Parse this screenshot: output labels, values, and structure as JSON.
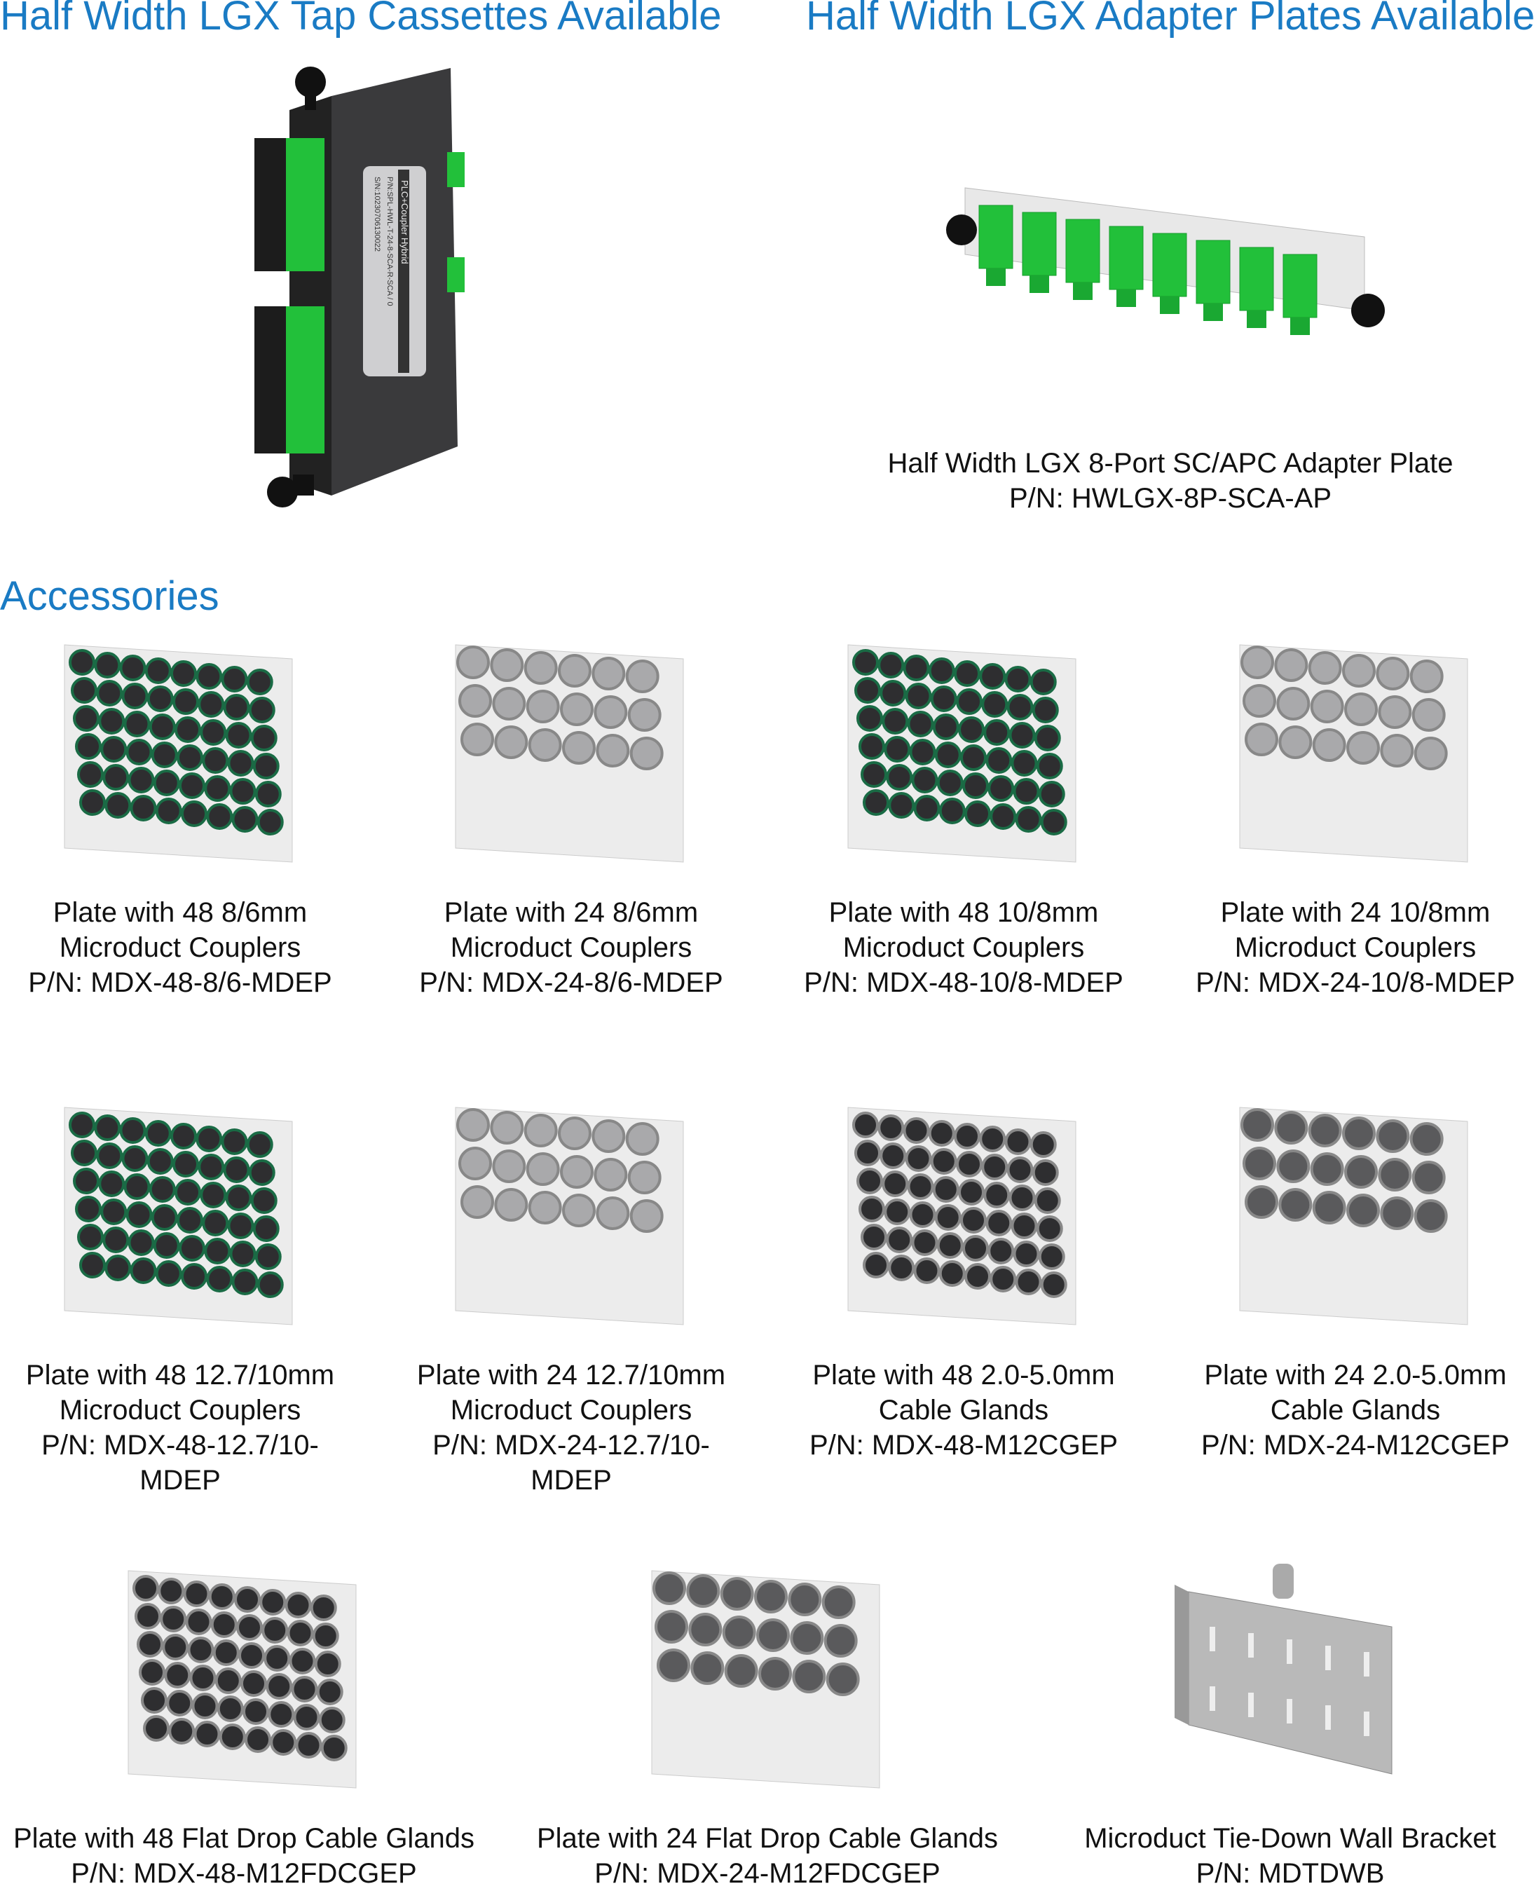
{
  "headings": {
    "tap_cassettes": "Half Width LGX Tap Cassettes Available",
    "adapter_plates": "Half Width LGX Adapter Plates Available",
    "accessories": "Accessories"
  },
  "cassette_label": {
    "title": "PLC+Coupler Hybrid",
    "pn": "P/N:SPL-HWL-T-24-8-SCA-R-SCA / 0",
    "sn": "S/N:10230706130022"
  },
  "adapter_plate": {
    "line1": "Half Width LGX 8-Port SC/APC Adapter Plate",
    "line2": "P/N: HWLGX-8P-SCA-AP"
  },
  "colors": {
    "heading": "#1a7bc4",
    "sc_apc_green": "#22c03a",
    "coupler_green": "#1a6b45",
    "gland_dark": "#2e2e30",
    "gland_gray": "#5a5a5c",
    "plate": "#e9e9e9"
  },
  "accessories": [
    {
      "lines": [
        "Plate with 48 8/6mm",
        "Microduct Couplers",
        "P/N: MDX-48-8/6-MDEP"
      ],
      "image": "coupler-48-dark"
    },
    {
      "lines": [
        "Plate with 24 8/6mm",
        "Microduct Couplers",
        "P/N: MDX-24-8/6-MDEP"
      ],
      "image": "coupler-24-silver"
    },
    {
      "lines": [
        "Plate with 48 10/8mm",
        "Microduct Couplers",
        "P/N: MDX-48-10/8-MDEP"
      ],
      "image": "coupler-48-dark"
    },
    {
      "lines": [
        "Plate with 24 10/8mm",
        "Microduct Couplers",
        "P/N: MDX-24-10/8-MDEP"
      ],
      "image": "coupler-24-silver"
    },
    {
      "lines": [
        "Plate with 48 12.7/10mm",
        "Microduct Couplers",
        "P/N: MDX-48-12.7/10-",
        "MDEP"
      ],
      "image": "coupler-48-dark"
    },
    {
      "lines": [
        "Plate with 24 12.7/10mm",
        "Microduct Couplers",
        "P/N: MDX-24-12.7/10-",
        "MDEP"
      ],
      "image": "coupler-24-silver"
    },
    {
      "lines": [
        "Plate with 48 2.0-5.0mm",
        "Cable Glands",
        "P/N: MDX-48-M12CGEP"
      ],
      "image": "gland-48-dark"
    },
    {
      "lines": [
        "Plate with 24 2.0-5.0mm",
        "Cable Glands",
        "P/N: MDX-24-M12CGEP"
      ],
      "image": "gland-24-gray"
    },
    {
      "lines": [
        "Plate with 48 Flat Drop Cable Glands",
        "P/N: MDX-48-M12FDCGEP"
      ],
      "image": "gland-48-dark"
    },
    {
      "lines": [
        "Plate with 24 Flat Drop Cable Glands",
        "P/N: MDX-24-M12FDCGEP"
      ],
      "image": "gland-24-gray"
    },
    {
      "lines": [
        "Microduct Tie-Down Wall Bracket",
        "P/N: MDTDWB"
      ],
      "image": "bracket"
    }
  ]
}
